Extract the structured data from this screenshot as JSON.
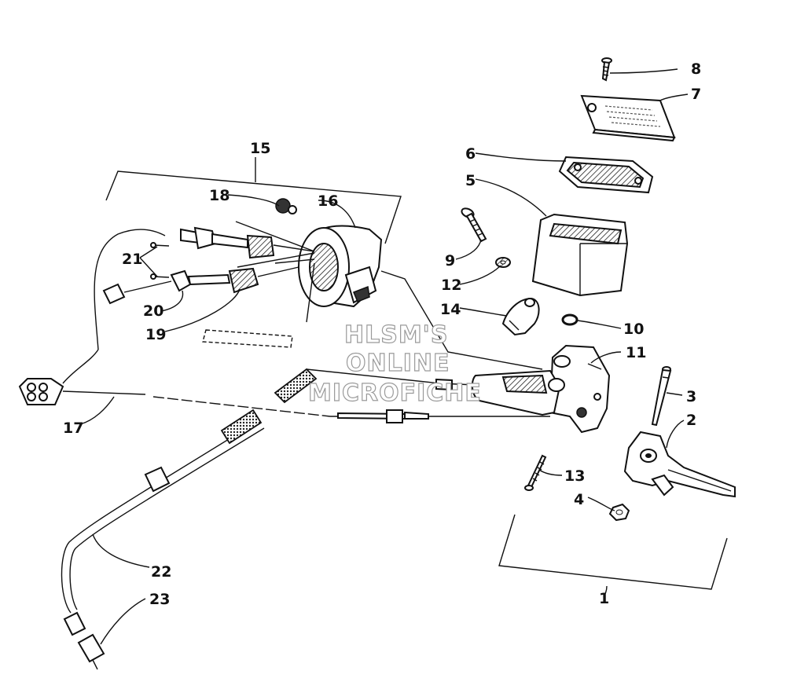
{
  "watermark": [
    "HLSM'S",
    "ONLINE",
    "MICROFICHE"
  ],
  "callouts": [
    {
      "id": "c1",
      "label": "1"
    },
    {
      "id": "c2",
      "label": "2"
    },
    {
      "id": "c3",
      "label": "3"
    },
    {
      "id": "c4",
      "label": "4"
    },
    {
      "id": "c5",
      "label": "5"
    },
    {
      "id": "c6",
      "label": "6"
    },
    {
      "id": "c7",
      "label": "7"
    },
    {
      "id": "c8",
      "label": "8"
    },
    {
      "id": "c9",
      "label": "9"
    },
    {
      "id": "c10",
      "label": "10"
    },
    {
      "id": "c11",
      "label": "11"
    },
    {
      "id": "c12",
      "label": "12"
    },
    {
      "id": "c13",
      "label": "13"
    },
    {
      "id": "c14",
      "label": "14"
    },
    {
      "id": "c15",
      "label": "15"
    },
    {
      "id": "c16",
      "label": "16"
    },
    {
      "id": "c17",
      "label": "17"
    },
    {
      "id": "c18",
      "label": "18"
    },
    {
      "id": "c19",
      "label": "19"
    },
    {
      "id": "c20",
      "label": "20"
    },
    {
      "id": "c21",
      "label": "21"
    },
    {
      "id": "c22",
      "label": "22"
    },
    {
      "id": "c23",
      "label": "23"
    }
  ]
}
